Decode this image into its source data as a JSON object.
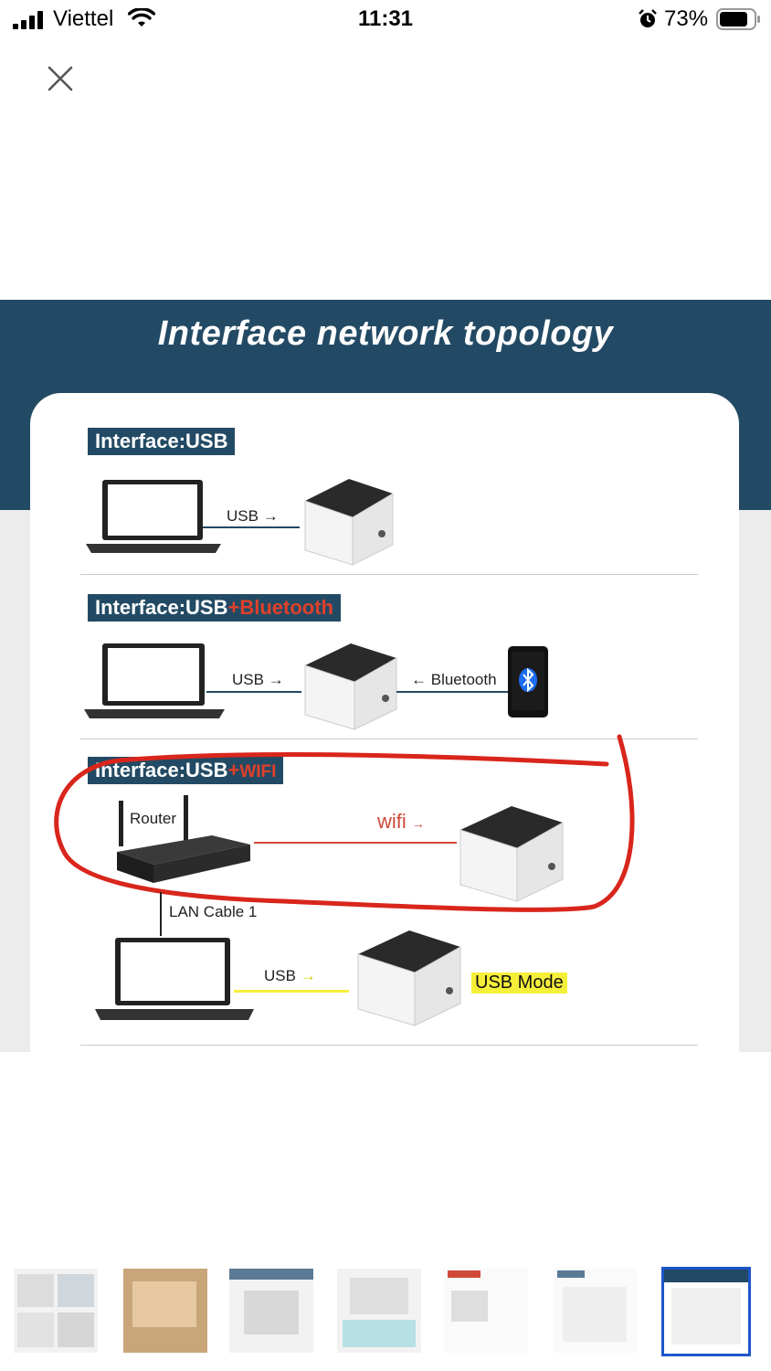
{
  "status_bar": {
    "carrier": "Viettel",
    "time": "11:31",
    "battery_percent": "73%"
  },
  "image": {
    "title": "Interface network topology",
    "sections": [
      {
        "tag": "Interface:USB",
        "tag_accent": "",
        "labels": {
          "usb": "USB"
        }
      },
      {
        "tag": "Interface:USB",
        "tag_accent": "Bluetooth",
        "labels": {
          "usb": "USB",
          "bluetooth": "Bluetooth"
        }
      },
      {
        "tag": "Interface:USB",
        "tag_accent": "WIFI",
        "labels": {
          "router": "Router",
          "wifi": "wifi",
          "lan": "LAN Cable 1",
          "usb": "USB",
          "usb_mode": "USB Mode"
        }
      }
    ],
    "annotation_color": "#d9261c"
  },
  "thumbnails": {
    "count": 7,
    "selected_index": 7
  },
  "colors": {
    "banner": "#234a64",
    "thumb_border": "#1d56c9"
  }
}
